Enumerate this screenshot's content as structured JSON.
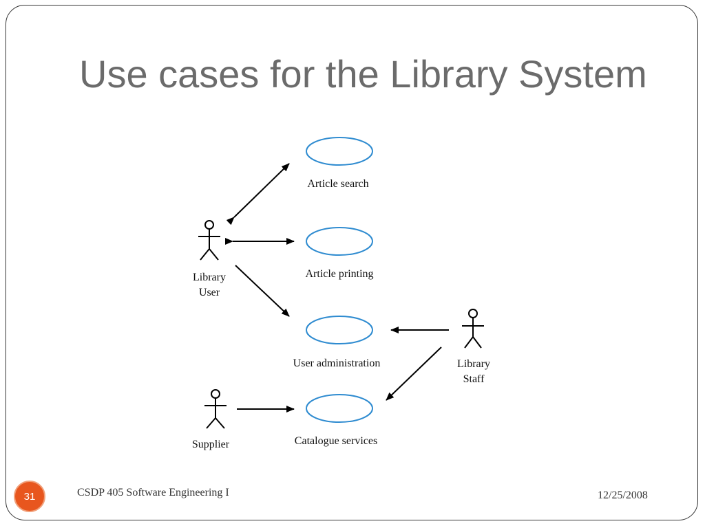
{
  "slide": {
    "title": "Use cases for the Library System",
    "footer_course": "CSDP 405 Software Engineering I",
    "footer_date": "12/25/2008",
    "slide_number": "31"
  },
  "diagram": {
    "use_cases": [
      {
        "label": "Article search"
      },
      {
        "label": "Article printing"
      },
      {
        "label": "User administration"
      },
      {
        "label": "Catalogue services"
      }
    ],
    "actors": [
      {
        "label_lines": [
          "Library",
          "User"
        ]
      },
      {
        "label_lines": [
          "Library",
          "Staff"
        ]
      },
      {
        "label_lines": [
          "Supplier"
        ]
      }
    ]
  },
  "colors": {
    "title": "#6b6b6b",
    "ellipse_stroke": "#2e8bd0",
    "badge": "#e8561e"
  }
}
